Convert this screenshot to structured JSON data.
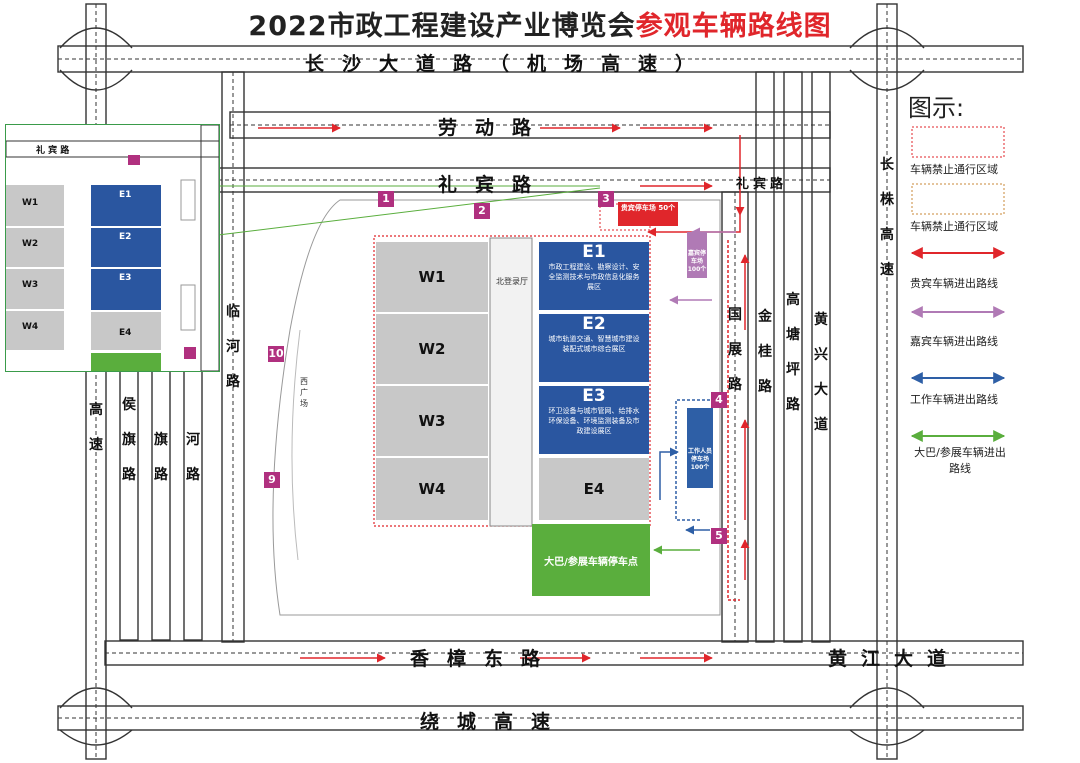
{
  "title_part1": "2022市政工程建设产业博览会",
  "title_part2": "参观车辆路线图",
  "colors": {
    "red": "#e0262b",
    "purple": "#b07ab5",
    "blue": "#2e5fa6",
    "green": "#5aae3d",
    "dark_purple": "#b0307f"
  },
  "roads": {
    "changsha": "长沙大道路（机场高速）",
    "laodong": "劳动路",
    "libin": "礼宾路",
    "libin_right": "礼宾路",
    "xiangzhang": "香樟东路",
    "huangjiang": "黄江大道",
    "raocheng": "绕城高速",
    "linhe": "临河路",
    "guozhan": "国展路",
    "jingui": "金桂路",
    "gaotangping": "高塘坪路",
    "huangxing": "黄兴大道",
    "changlin": "长株高速",
    "gaosu": "高速",
    "houqi": "侯旗路",
    "qi": "旗路",
    "hehe": "河路"
  },
  "halls": {
    "e1": {
      "name": "E1",
      "desc": "市政工程建设、勘察设计、安全监测技术与市政信息化服务展区"
    },
    "e2": {
      "name": "E2",
      "desc": "城市轨道交通、智慧城市建设装配式城市综合展区"
    },
    "e3": {
      "name": "E3",
      "desc": "环卫设备与城市管网、给排水环保设备、环境监测装备及市政建设展区"
    },
    "e4": {
      "name": "E4"
    },
    "w1": {
      "name": "W1"
    },
    "w2": {
      "name": "W2"
    },
    "w3": {
      "name": "W3"
    },
    "w4": {
      "name": "W4"
    },
    "north_hall": "北登录厅",
    "west_square": "西广场",
    "bus_stop": "大巴/参展车辆停车点"
  },
  "parking": {
    "p2_label": "贵宾停车场 50个",
    "p3_label": "嘉宾停车场 100个",
    "p5_label": "工作人员停车场 100个"
  },
  "gates": [
    "1",
    "2",
    "3",
    "4",
    "5",
    "9",
    "10"
  ],
  "legend": {
    "title": "图示:",
    "items": [
      "车辆禁止通行区域",
      "车辆禁止通行区域",
      "贵宾车辆进出路线",
      "嘉宾车辆进出路线",
      "工作车辆进出路线",
      "大巴/参展车辆进出路线"
    ]
  }
}
